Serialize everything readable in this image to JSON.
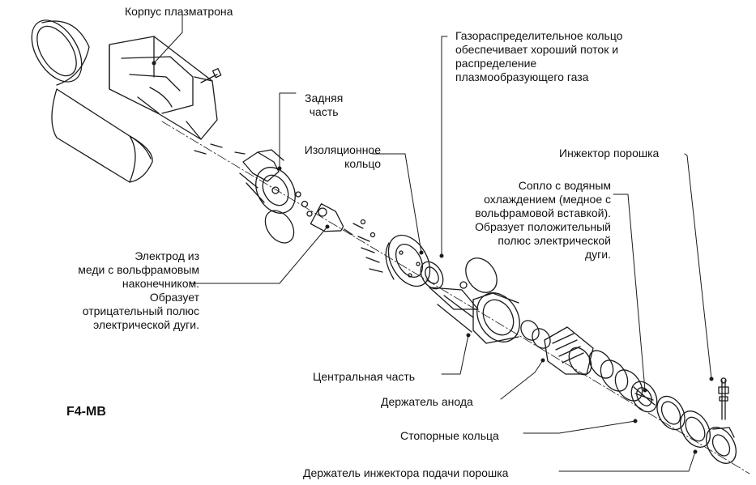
{
  "model": "F4-MB",
  "labels": {
    "body": [
      "Корпус плазматрона"
    ],
    "rear": [
      "Задняя",
      "часть"
    ],
    "gas_ring": [
      "Газораспределительное кольцо",
      "обеспечивает хороший поток и",
      "распределение",
      "плазмообразующего газа"
    ],
    "insulation": [
      "Изоляционное",
      "кольцо"
    ],
    "powder_injector": [
      "Инжектор порошка"
    ],
    "nozzle": [
      "Сопло с водяным",
      "охлаждением (медное с",
      "вольфрамовой вставкой).",
      "Образует положительный",
      "полюс электрической",
      "дуги."
    ],
    "electrode": [
      "Электрод из",
      "меди с вольфрамовым",
      "наконечником.",
      "Образует",
      "отрицательный полюс",
      "электрической дуги."
    ],
    "central": [
      "Центральная часть"
    ],
    "anode_holder": [
      "Держатель анода"
    ],
    "retaining_rings": [
      "Стопорные кольца"
    ],
    "injector_holder": [
      "Держатель инжектора подачи порошка"
    ]
  },
  "colors": {
    "line": "#1a1a1a",
    "text": "#111111",
    "background": "#ffffff"
  }
}
